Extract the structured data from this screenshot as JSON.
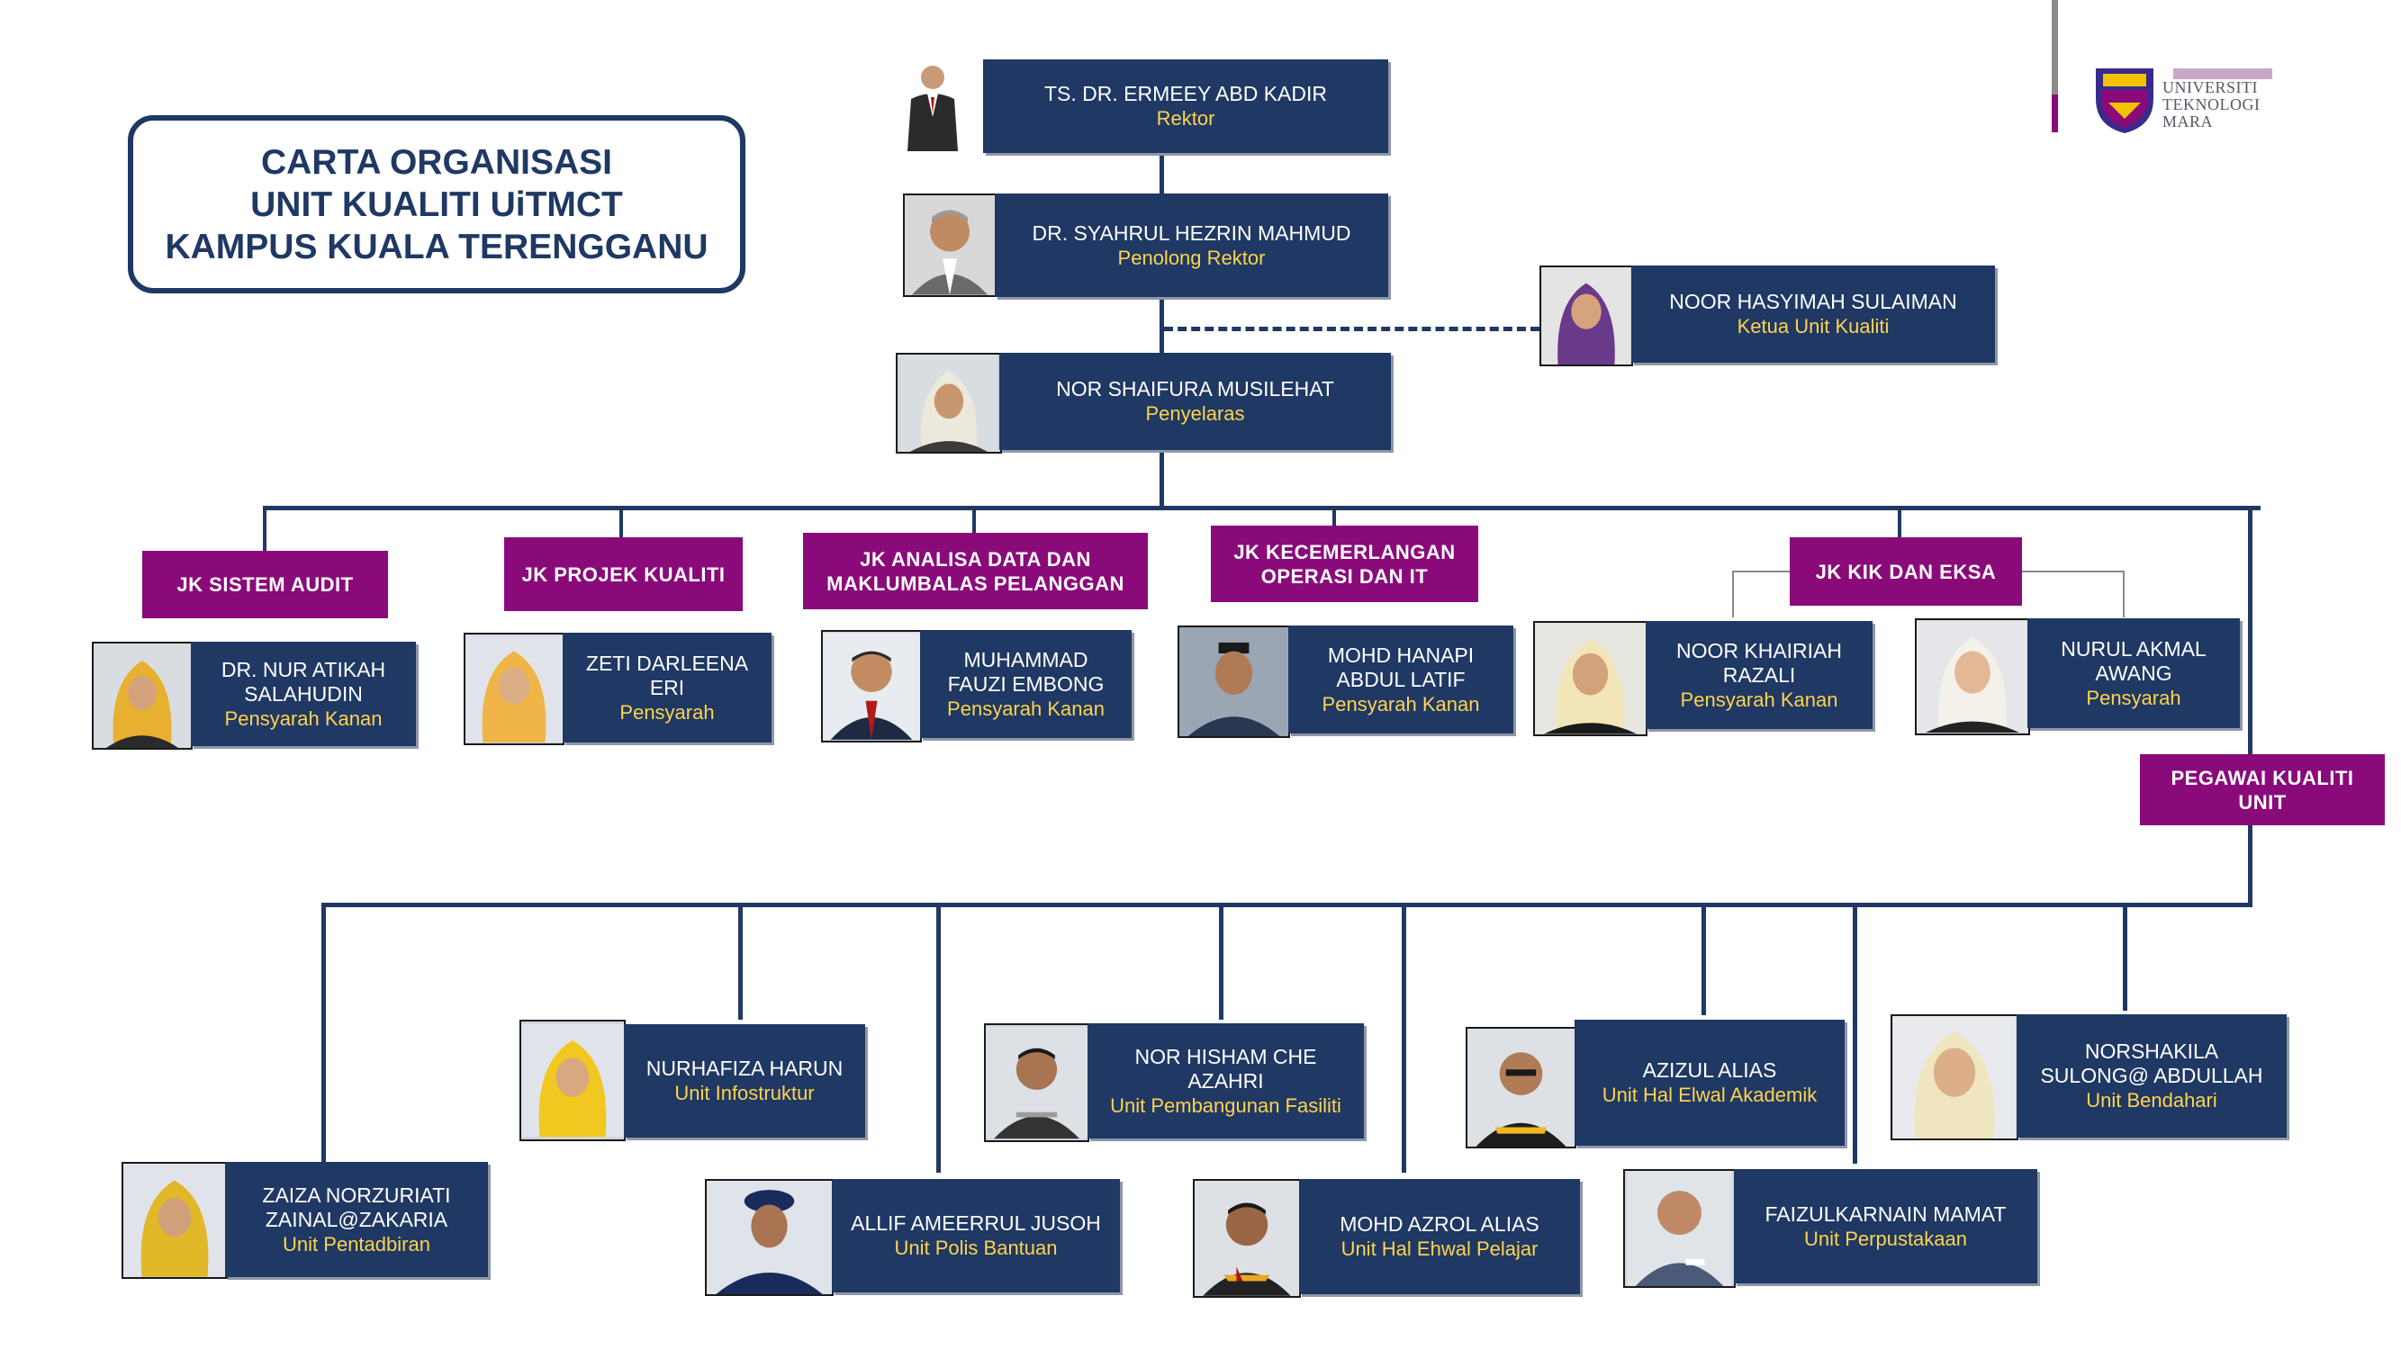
{
  "title": {
    "line1": "CARTA ORGANISASI",
    "line2": "UNIT KUALITI UiTMCT",
    "line3": "KAMPUS KUALA TERENGGANU"
  },
  "logo": {
    "line1": "UNIVERSITI",
    "line2": "TEKNOLOGI",
    "line3": "MARA",
    "icon": "uitm-crest-icon"
  },
  "colors": {
    "card": "#1f3864",
    "role_text": "#ffd34d",
    "committee": "#8b0a7a",
    "lines": "#1f3864"
  },
  "leadership": {
    "rektor": {
      "name": "TS. DR. ERMEEY ABD KADIR",
      "role": "Rektor"
    },
    "penolong": {
      "name": "DR. SYAHRUL HEZRIN MAHMUD",
      "role": "Penolong Rektor"
    },
    "ketua": {
      "name": "NOOR HASYIMAH SULAIMAN",
      "role": "Ketua Unit Kualiti"
    },
    "penyelaras": {
      "name": "NOR SHAIFURA MUSILEHAT",
      "role": "Penyelaras"
    }
  },
  "committees": {
    "audit": {
      "label": "JK SISTEM AUDIT"
    },
    "projek": {
      "label": "JK PROJEK KUALITI"
    },
    "analisa": {
      "line1": "JK ANALISA DATA DAN",
      "line2": "MAKLUMBALAS PELANGGAN"
    },
    "operasi": {
      "line1": "JK KECEMERLANGAN",
      "line2": "OPERASI DAN IT"
    },
    "kik": {
      "label": "JK KIK DAN EKSA"
    },
    "pegawai": {
      "line1": "PEGAWAI KUALITI",
      "line2": "UNIT"
    }
  },
  "members": {
    "atikah": {
      "line1": "DR. NUR ATIKAH",
      "line2": "SALAHUDIN",
      "role": "Pensyarah Kanan"
    },
    "zeti": {
      "line1": "ZETI DARLEENA",
      "line2": "ERI",
      "role": "Pensyarah"
    },
    "fauzi": {
      "line1": "MUHAMMAD",
      "line2": "FAUZI EMBONG",
      "role": "Pensyarah Kanan"
    },
    "hanapi": {
      "line1": "MOHD HANAPI",
      "line2": "ABDUL LATIF",
      "role": "Pensyarah Kanan"
    },
    "khairiah": {
      "line1": "NOOR KHAIRIAH",
      "line2": "RAZALI",
      "role": "Pensyarah Kanan"
    },
    "akmal": {
      "line1": "NURUL AKMAL",
      "line2": "AWANG",
      "role": "Pensyarah"
    }
  },
  "unit_officers": {
    "zaiza": {
      "line1": "ZAIZA NORZURIATI",
      "line2": "ZAINAL@ZAKARIA",
      "role": "Unit Pentadbiran"
    },
    "nurhafiza": {
      "line1": "NURHAFIZA HARUN",
      "role": "Unit Infostruktur"
    },
    "allif": {
      "line1": "ALLIF AMEERRUL JUSOH",
      "role": "Unit Polis Bantuan"
    },
    "hisham": {
      "line1": "NOR HISHAM CHE",
      "line2": "AZAHRI",
      "role": "Unit Pembangunan Fasiliti"
    },
    "azrol": {
      "line1": "MOHD AZROL ALIAS",
      "role": "Unit Hal Ehwal Pelajar"
    },
    "azizul": {
      "line1": "AZIZUL ALIAS",
      "role": "Unit Hal Elwal Akademik"
    },
    "faizul": {
      "line1": "FAIZULKARNAIN MAMAT",
      "role": "Unit Perpustakaan"
    },
    "norshakila": {
      "line1": "NORSHAKILA",
      "line2": "SULONG@ ABDULLAH",
      "role": "Unit Bendahari"
    }
  }
}
